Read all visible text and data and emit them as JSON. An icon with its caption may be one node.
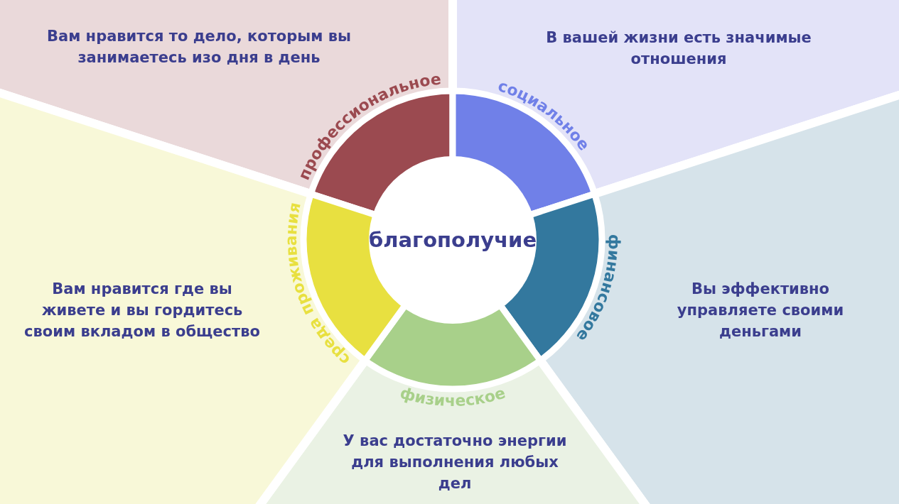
{
  "diagram": {
    "nodes": [
      {
        "text": [
          "благополучие"
        ]
      },
      {
        "text": [
          "Вам нравится то дело, которым вы занимаетесь изо дня в день"
        ]
      },
      {
        "text": [
          "профессиональное"
        ]
      },
      {
        "text": [
          "В вашей жизни есть значимые отношения"
        ]
      },
      {
        "text": [
          "социальное"
        ]
      },
      {
        "text": [
          "Вы эффективно управляете своими деньгами"
        ]
      },
      {
        "text": [
          "финансовое"
        ]
      },
      {
        "text": [
          "У вас достаточно энергии для выполнения любых дел"
        ]
      },
      {
        "text": [
          "физическое"
        ]
      },
      {
        "text": [
          "Вам нравится где вы живете и вы гордитесь своим вкладом в общество"
        ]
      },
      {
        "text": [
          "среда проживания"
        ]
      }
    ]
  }
}
